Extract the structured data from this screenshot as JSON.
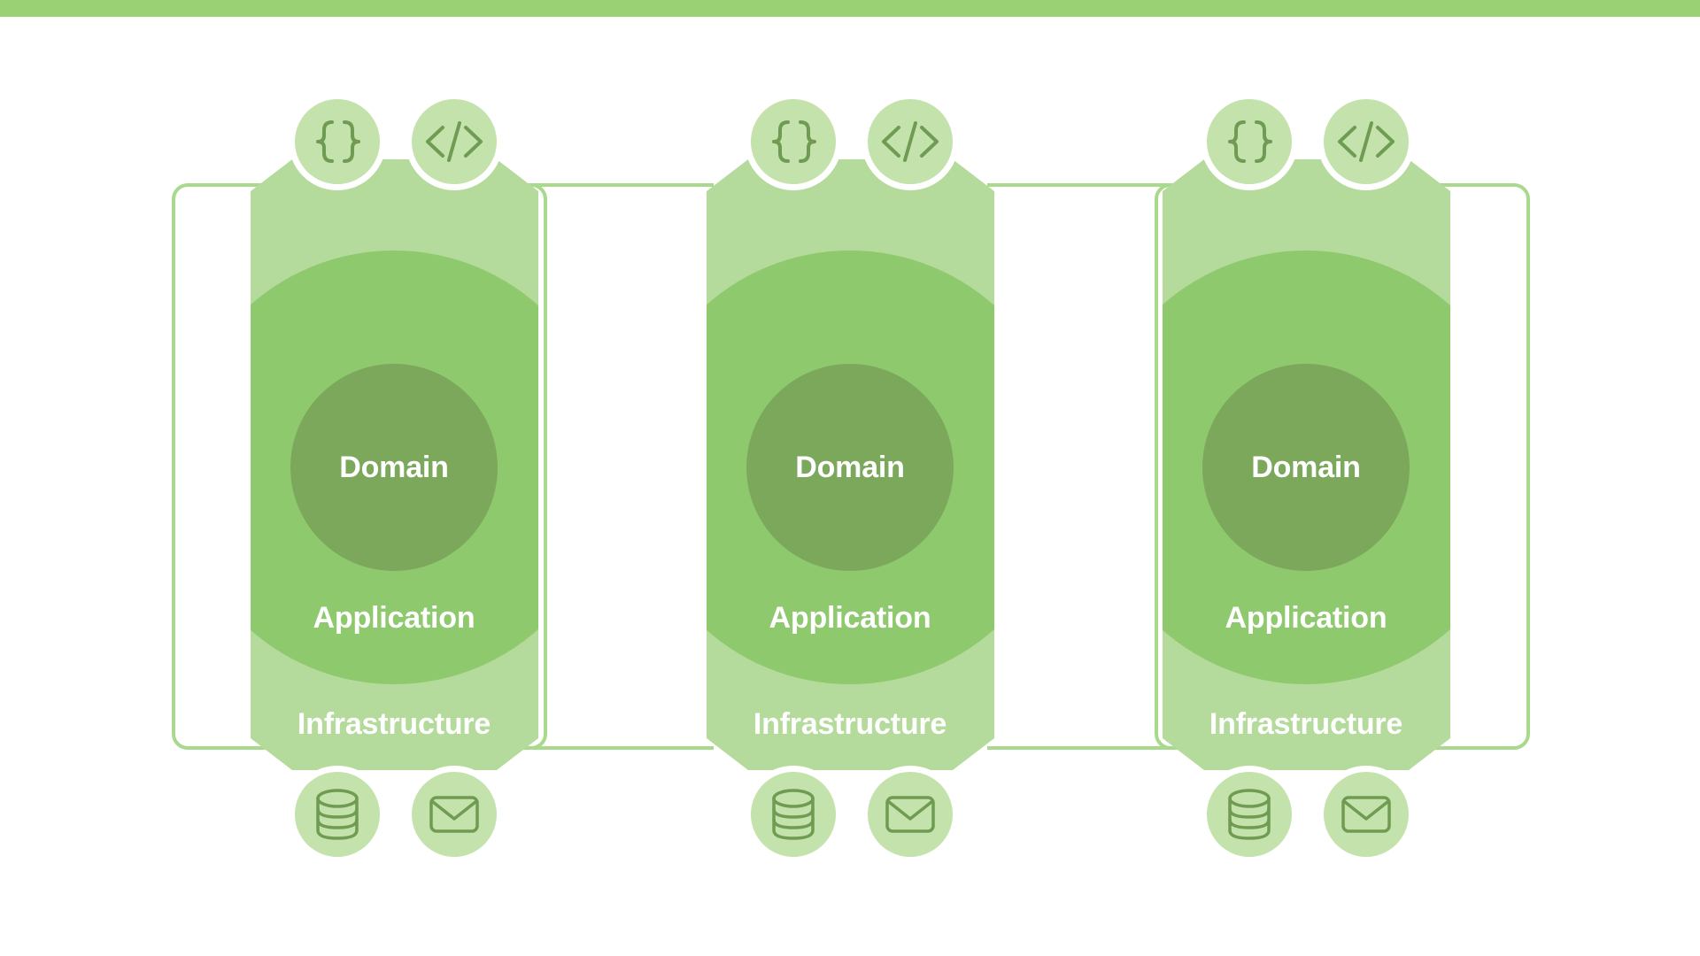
{
  "page": {
    "title": "Hexagonal Architecture Layers Diagram",
    "background_color": "#ffffff",
    "top_bar_color": "#9BD175"
  },
  "palette": {
    "accent_green": "#9BD175",
    "infrastructure_fill": "#B4DB9B",
    "application_fill": "#8FC96E",
    "domain_fill": "#7CA85C",
    "icon_circle_fill": "#C3E2AC",
    "icon_glyph_stroke": "#6F9B52",
    "bracket_stroke": "#A9D98C",
    "label_text_color": "#ffffff",
    "ring_color": "#ffffff"
  },
  "columns": [
    {
      "id": "column-1",
      "layers": {
        "domain": "Domain",
        "application": "Application",
        "infrastructure": "Infrastructure"
      },
      "top_icons": [
        {
          "name": "braces-icon",
          "glyph": "{ }"
        },
        {
          "name": "code-icon",
          "glyph": "</>"
        }
      ],
      "bottom_icons": [
        {
          "name": "database-icon",
          "glyph": "database"
        },
        {
          "name": "envelope-icon",
          "glyph": "envelope"
        }
      ]
    },
    {
      "id": "column-2",
      "layers": {
        "domain": "Domain",
        "application": "Application",
        "infrastructure": "Infrastructure"
      },
      "top_icons": [
        {
          "name": "braces-icon",
          "glyph": "{ }"
        },
        {
          "name": "code-icon",
          "glyph": "</>"
        }
      ],
      "bottom_icons": [
        {
          "name": "database-icon",
          "glyph": "database"
        },
        {
          "name": "envelope-icon",
          "glyph": "envelope"
        }
      ]
    },
    {
      "id": "column-3",
      "layers": {
        "domain": "Domain",
        "application": "Application",
        "infrastructure": "Infrastructure"
      },
      "top_icons": [
        {
          "name": "braces-icon",
          "glyph": "{ }"
        },
        {
          "name": "code-icon",
          "glyph": "</>"
        }
      ],
      "bottom_icons": [
        {
          "name": "database-icon",
          "glyph": "database"
        },
        {
          "name": "envelope-icon",
          "glyph": "envelope"
        }
      ]
    }
  ],
  "connectors": {
    "left_bracket": "rounded-rectangle-outline",
    "right_bracket": "rounded-rectangle-outline",
    "inter_column_lines": 4
  }
}
